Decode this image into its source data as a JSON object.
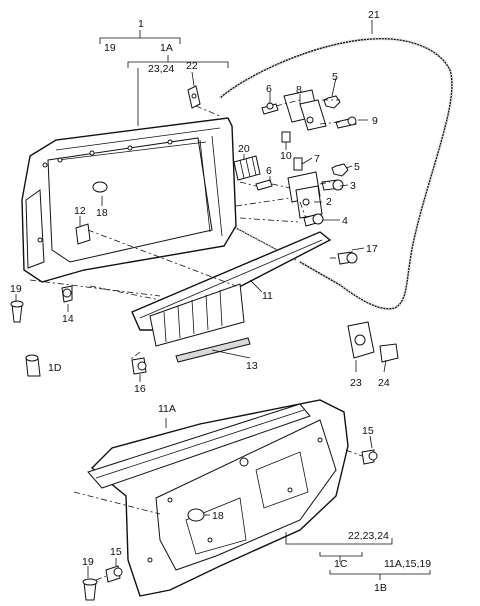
{
  "callouts": {
    "c1": "1",
    "c19_top": "19",
    "c1A": "1A",
    "c23_24": "23,24",
    "c22": "22",
    "c21": "21",
    "c5a": "5",
    "c6a": "6",
    "c8": "8",
    "c9": "9",
    "c10": "10",
    "c7": "7",
    "c5b": "5",
    "c6b": "6",
    "c3": "3",
    "c2": "2",
    "c4": "4",
    "c20": "20",
    "c12": "12",
    "c18a": "18",
    "c17": "17",
    "c19_left": "19",
    "c14": "14",
    "c11": "11",
    "c1D": "1D",
    "c16": "16",
    "c13": "13",
    "c23": "23",
    "c24": "24",
    "c11A": "11A",
    "c15a": "15",
    "c18b": "18",
    "c22_23_24": "22,23,24",
    "c1C": "1C",
    "c11A_15_19": "11A,15,19",
    "c1B": "1B",
    "c19_bottom": "19",
    "c15b": "15"
  }
}
